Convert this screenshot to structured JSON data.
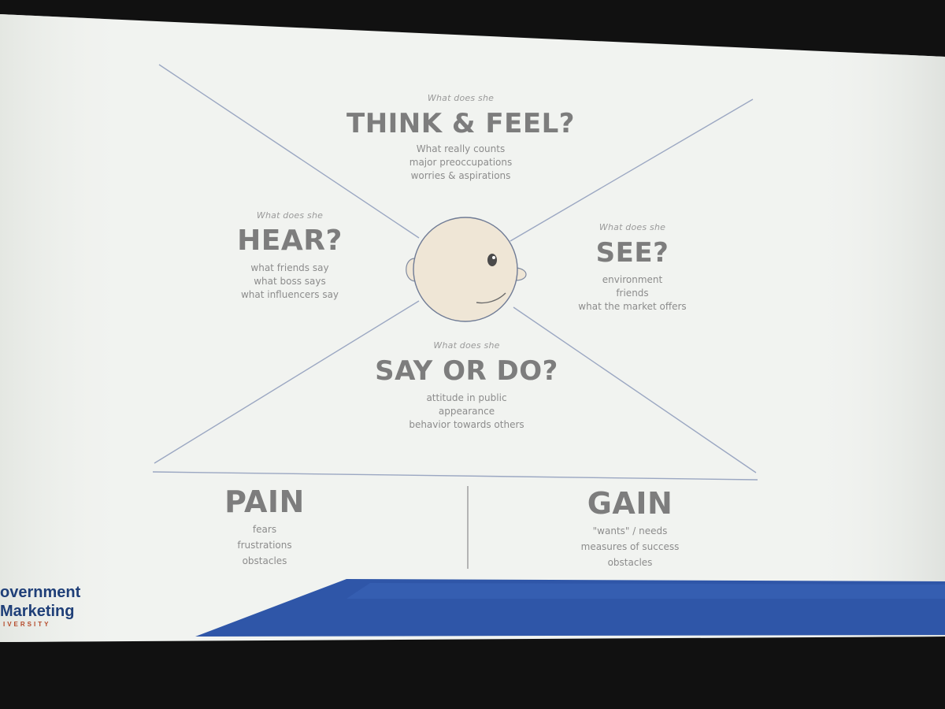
{
  "slide": {
    "think_feel": {
      "question": "What does she",
      "title": "THINK & FEEL?",
      "items": [
        "What really counts",
        "major preoccupations",
        "worries & aspirations"
      ]
    },
    "hear": {
      "question": "What does she",
      "title": "HEAR?",
      "items": [
        "what friends say",
        "what boss says",
        "what influencers say"
      ]
    },
    "see": {
      "question": "What does she",
      "title": "SEE?",
      "items": [
        "environment",
        "friends",
        "what the market offers"
      ]
    },
    "say_do": {
      "question": "What does she",
      "title": "SAY OR DO?",
      "items": [
        "attitude in public",
        "appearance",
        "behavior towards others"
      ]
    },
    "pain": {
      "title": "PAIN",
      "items": [
        "fears",
        "frustrations",
        "obstacles"
      ]
    },
    "gain": {
      "title": "GAIN",
      "items": [
        "\"wants\" / needs",
        "measures of success",
        "obstacles"
      ]
    },
    "logo": {
      "line1": "overnment",
      "line2": "Marketing",
      "line3": "IVERSITY"
    }
  },
  "colors": {
    "screen": "#f2f4f1",
    "lines": "#9aa6c0",
    "face": "#efe6d6",
    "brand_blue": "#2a4fa0"
  }
}
